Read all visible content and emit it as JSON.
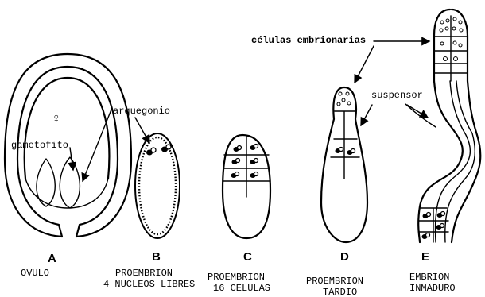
{
  "labels": {
    "female_symbol": "♀",
    "gametofito": "gametofito",
    "arquegonio": "arquegonio",
    "celulas_embrionarias": "células embrionarias",
    "suspensor": "suspensor"
  },
  "panels": [
    {
      "letter": "A",
      "caption": [
        "OVULO"
      ]
    },
    {
      "letter": "B",
      "caption": [
        "PROEMBRION",
        "4 NUCLEOS LIBRES"
      ]
    },
    {
      "letter": "C",
      "caption": [
        "PROEMBRION",
        "16 CELULAS"
      ]
    },
    {
      "letter": "D",
      "caption": [
        "PROEMBRION",
        "TARDIO"
      ]
    },
    {
      "letter": "E",
      "caption": [
        "EMBRION",
        "INMADURO"
      ]
    }
  ]
}
